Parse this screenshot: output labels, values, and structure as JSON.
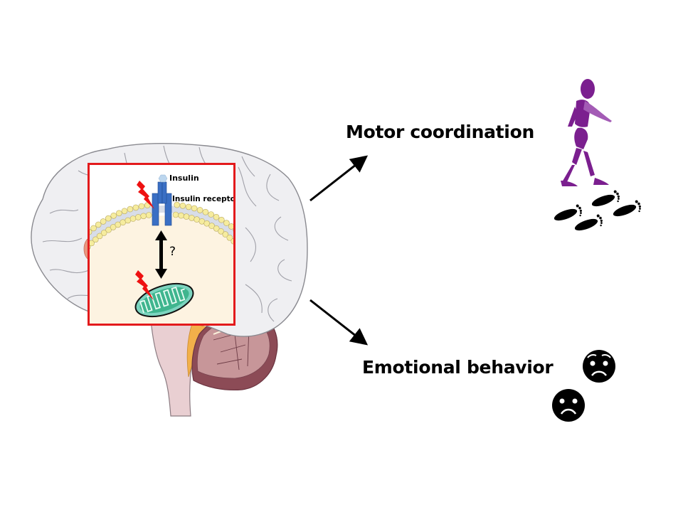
{
  "figure": {
    "inset": {
      "ligand_label": "Insulin",
      "receptor_label": "Insulin receptor",
      "unknown_link_label": "?",
      "border_color": "#e31a1c",
      "cytoplasm_color": "#fdf3e1",
      "receptor_color": "#3a6fc4",
      "ligand_color": "#bcd6ee",
      "lightning_color": "#ee1111",
      "mitochondrion_color": "#3fb58e"
    },
    "outcomes": [
      {
        "label": "Motor coordination",
        "icon": "walking-person-icon",
        "secondary_icon": "footprints-icon",
        "icon_color": "#7b1f8f"
      },
      {
        "label": "Emotional behavior",
        "icon": "worried-face-icon",
        "secondary_icon": "sad-face-icon",
        "icon_color": "#000000"
      }
    ],
    "brain_colors": {
      "cortex": "#efeff2",
      "cortex_outline": "#8a8a90",
      "brainstem": "#e9cfd2",
      "cerebellum": "#c08a8c",
      "cerebellum_rim": "#8c4b56",
      "ventricle": "#f2b04a",
      "thalamus": "#e8957e"
    }
  }
}
